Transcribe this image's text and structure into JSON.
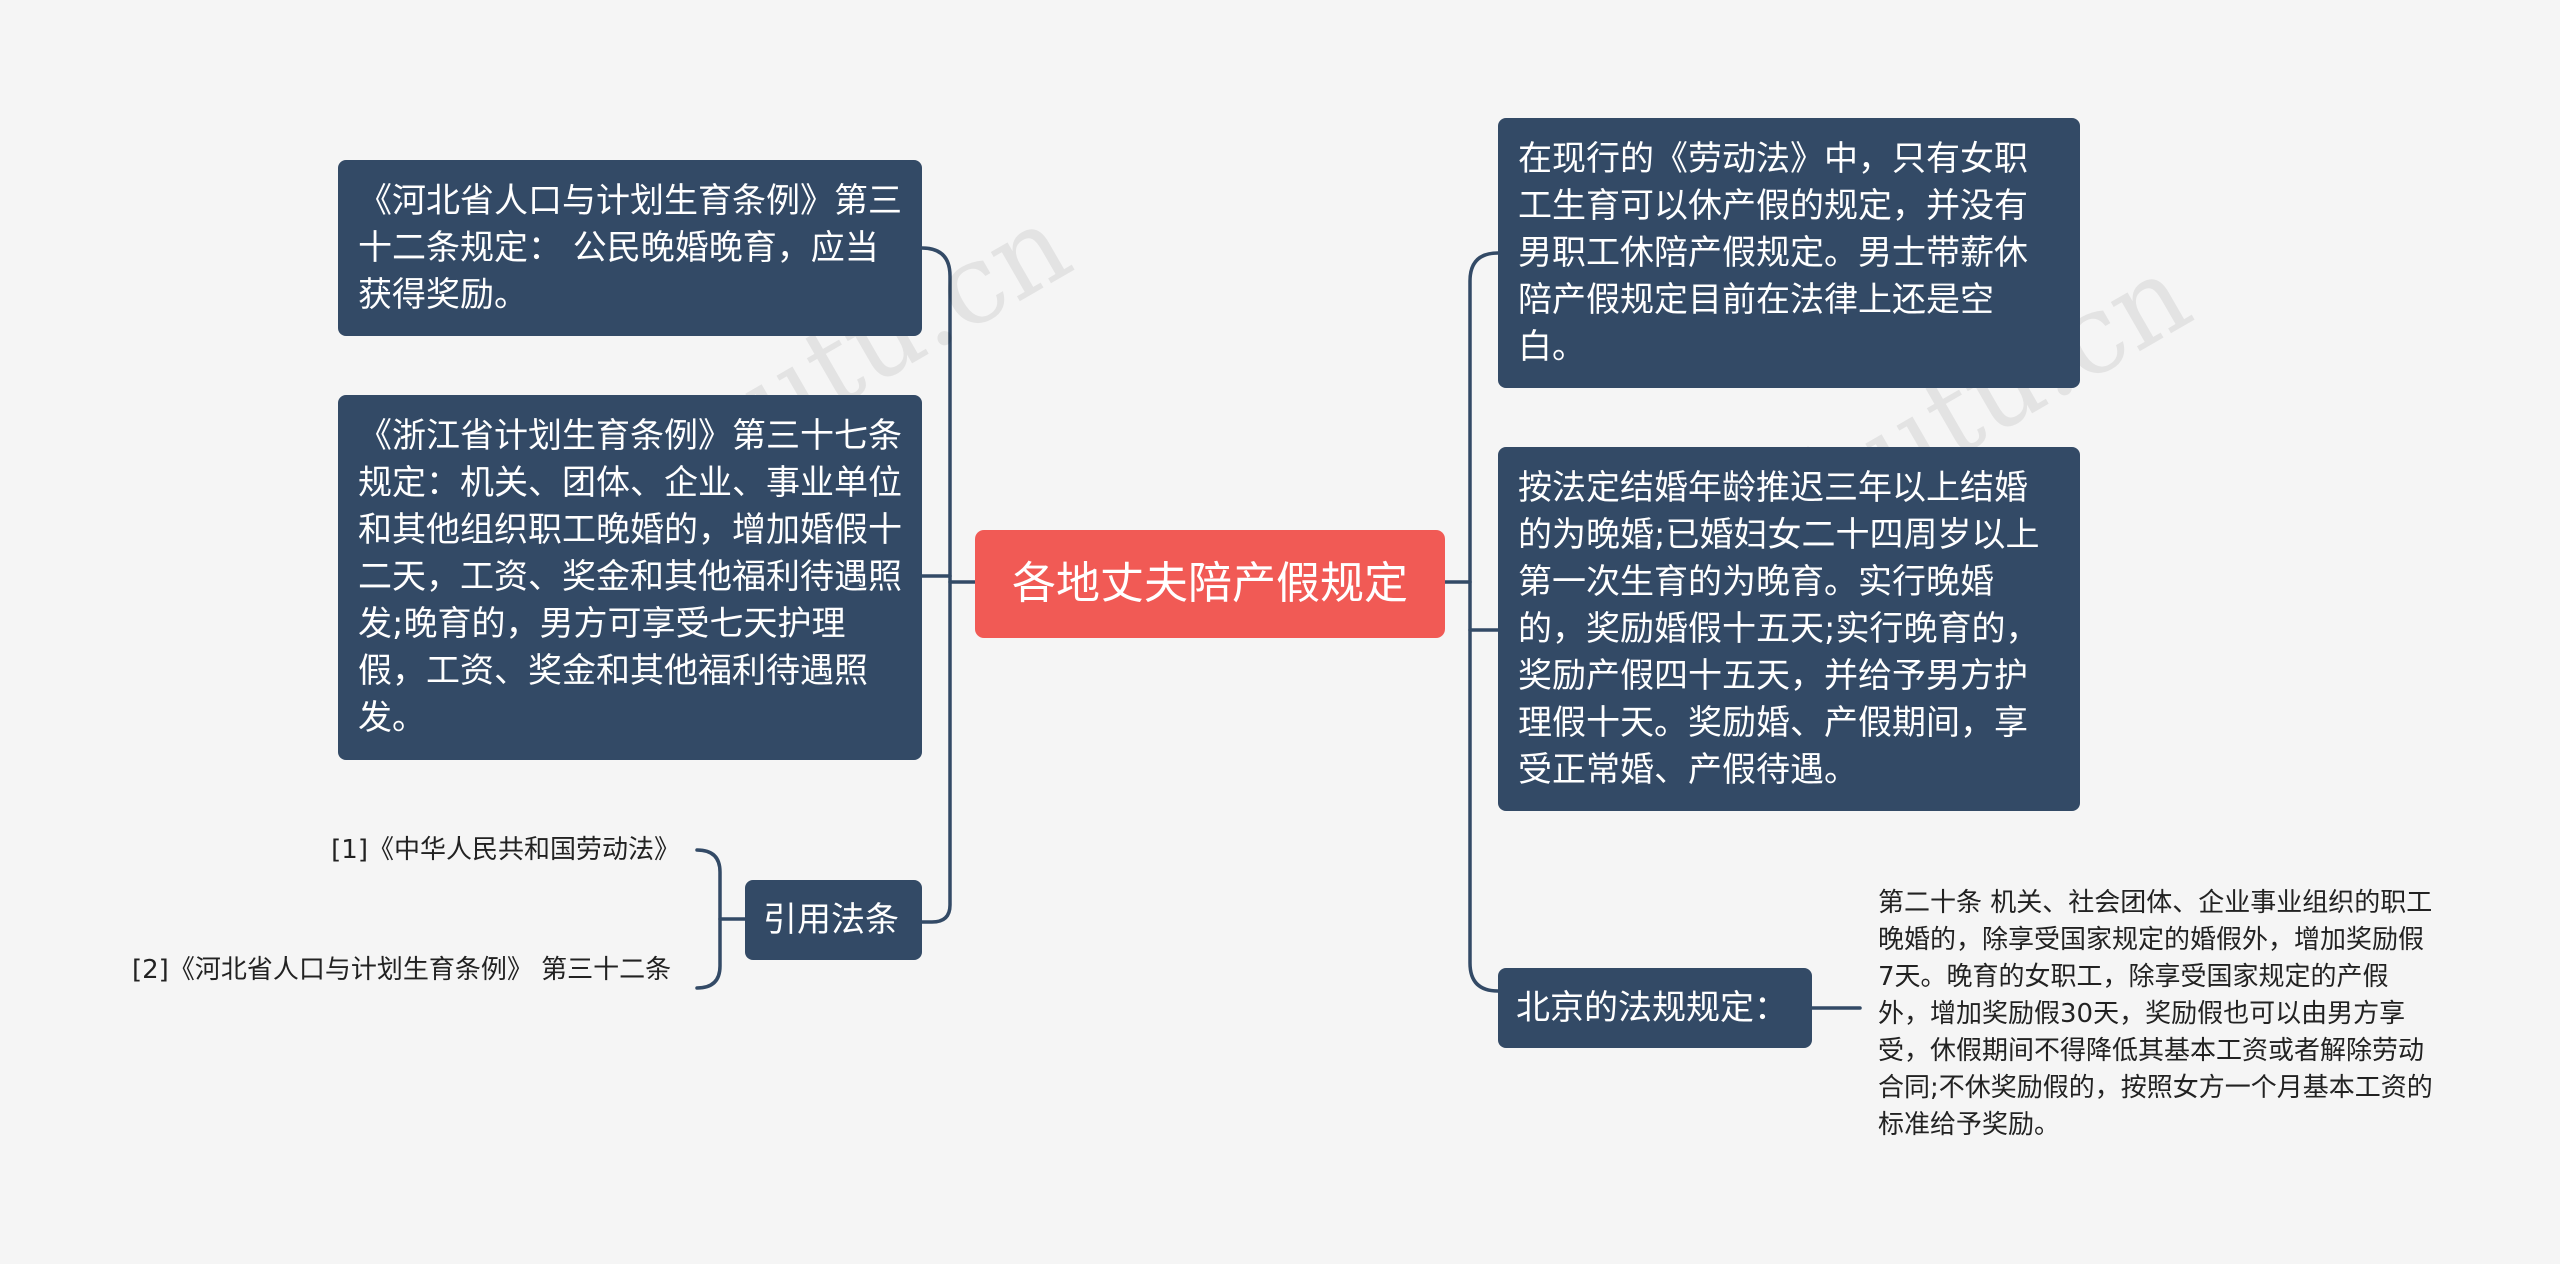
{
  "center": {
    "label": "各地丈夫陪产假规定"
  },
  "left_nodes": [
    {
      "text": "《河北省人口与计划生育条例》第三十二条规定： 公民晚婚晚育，应当获得奖励。"
    },
    {
      "text": "《浙江省计划生育条例》第三十七条规定：机关、团体、企业、事业单位和其他组织职工晚婚的，增加婚假十二天，工资、奖金和其他福利待遇照发;晚育的，男方可享受七天护理假，工资、奖金和其他福利待遇照发。"
    },
    {
      "text": "引用法条",
      "children": [
        {
          "text": "[1]《中华人民共和国劳动法》"
        },
        {
          "text": "[2]《河北省人口与计划生育条例》 第三十二条"
        }
      ]
    }
  ],
  "right_nodes": [
    {
      "text": "在现行的《劳动法》中，只有女职工生育可以休产假的规定，并没有男职工休陪产假规定。男士带薪休陪产假规定目前在法律上还是空白。"
    },
    {
      "text": "按法定结婚年龄推迟三年以上结婚的为晚婚;已婚妇女二十四周岁以上第一次生育的为晚育。实行晚婚的，奖励婚假十五天;实行晚育的，奖励产假四十五天，并给予男方护理假十天。奖励婚、产假期间，享受正常婚、产假待遇。"
    },
    {
      "text": "北京的法规规定：",
      "children": [
        {
          "text": "第二十条 机关、社会团体、企业事业组织的职工晚婚的，除享受国家规定的婚假外，增加奖励假7天。晚育的女职工，除享受国家规定的产假外，增加奖励假30天，奖励假也可以由男方享受，休假期间不得降低其基本工资或者解除劳动合同;不休奖励假的，按照女方一个月基本工资的标准给予奖励。"
        }
      ]
    }
  ],
  "colors": {
    "background": "#f5f5f5",
    "node": "#334a66",
    "center": "#f15a55",
    "line": "#334a66"
  }
}
